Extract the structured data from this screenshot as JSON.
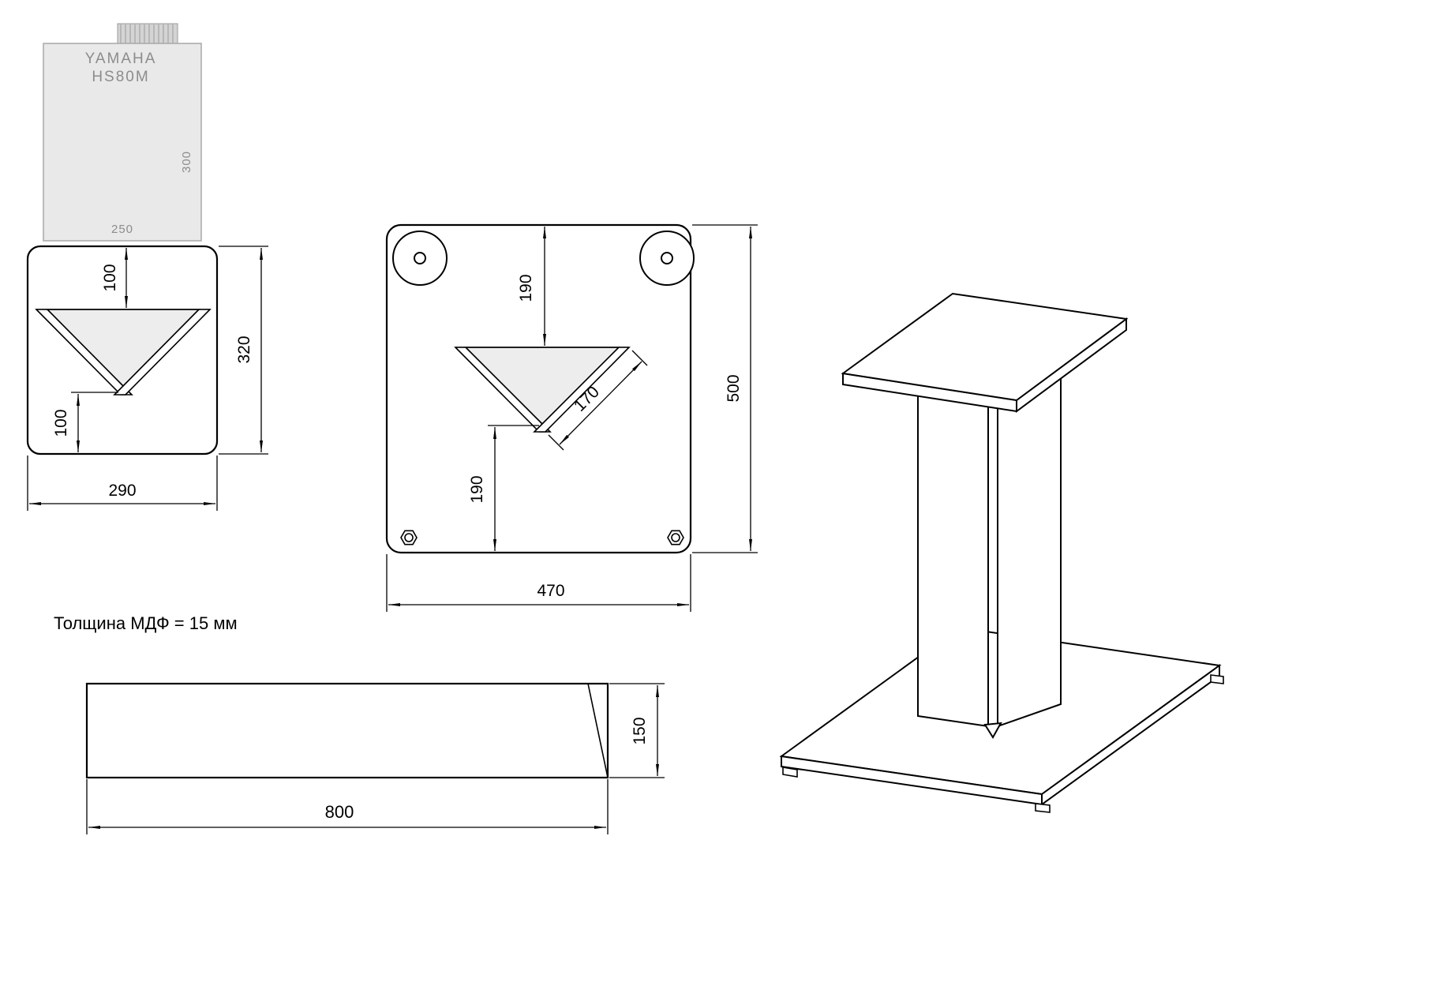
{
  "note": {
    "text": "Толщина МДФ = 15 мм"
  },
  "speaker": {
    "brand": "YAMAHA",
    "model": "HS80M",
    "depth_label": "300",
    "width_label": "250"
  },
  "plate_small": {
    "offset_top": "100",
    "height": "320",
    "offset_bottom": "100",
    "width": "290"
  },
  "plate_large": {
    "offset_top": "190",
    "height": "500",
    "slot_side": "170",
    "offset_bottom": "190",
    "width": "470"
  },
  "panel": {
    "height": "150",
    "width": "800"
  },
  "colors": {
    "line": "#000000",
    "background": "#ffffff",
    "speaker_fill": "#e9e9e9",
    "speaker_stroke": "#a8a8a8",
    "speaker_text": "#8c8c8c",
    "cutout_fill": "#ededed"
  }
}
